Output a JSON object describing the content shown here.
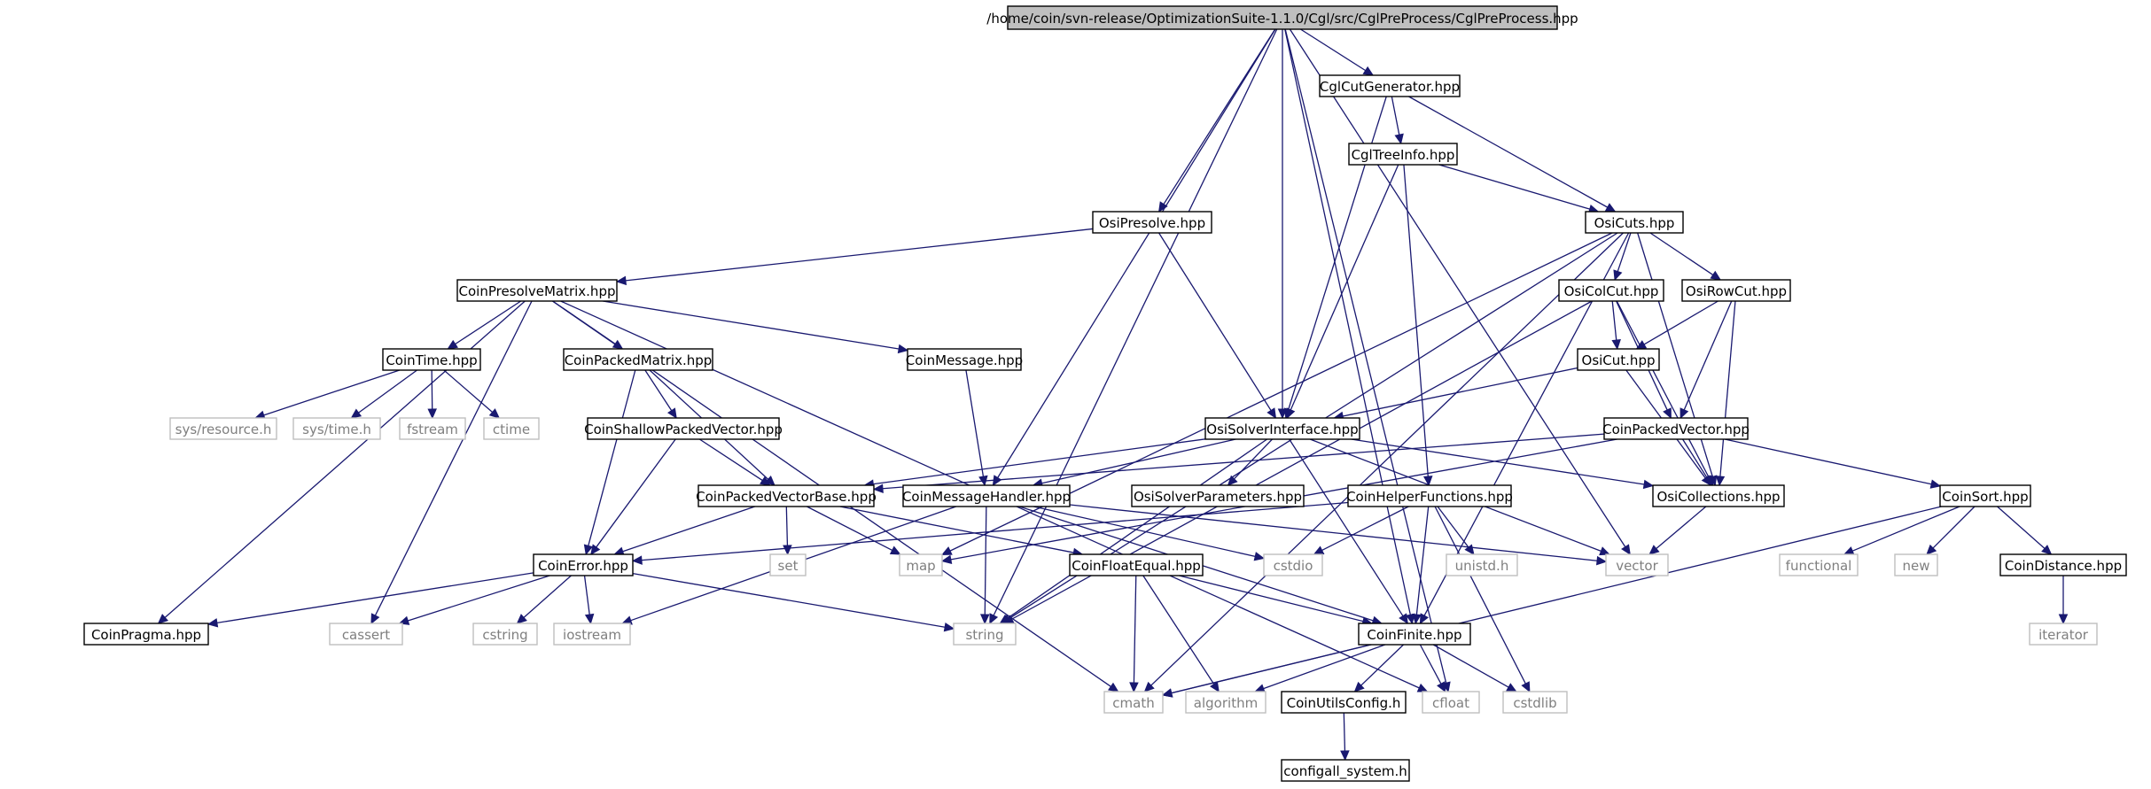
{
  "graph": {
    "colors": {
      "edge": "#191970",
      "root_fill": "#bfbfbf",
      "local_border": "#000000",
      "system_border": "#bfbfbf",
      "system_text": "#7f7f7f"
    },
    "nodes": [
      {
        "id": "root",
        "label": "/home/coin/svn-release/OptimizationSuite-1.1.0/Cgl/src/CglPreProcess/CglPreProcess.hpp",
        "kind": "root"
      },
      {
        "id": "CglCutGenerator",
        "label": "CglCutGenerator.hpp",
        "kind": "local"
      },
      {
        "id": "CglTreeInfo",
        "label": "CglTreeInfo.hpp",
        "kind": "local"
      },
      {
        "id": "OsiPresolve",
        "label": "OsiPresolve.hpp",
        "kind": "local"
      },
      {
        "id": "OsiCuts",
        "label": "OsiCuts.hpp",
        "kind": "local"
      },
      {
        "id": "CoinPresolveMatrix",
        "label": "CoinPresolveMatrix.hpp",
        "kind": "local"
      },
      {
        "id": "OsiColCut",
        "label": "OsiColCut.hpp",
        "kind": "local"
      },
      {
        "id": "OsiRowCut",
        "label": "OsiRowCut.hpp",
        "kind": "local"
      },
      {
        "id": "CoinTime",
        "label": "CoinTime.hpp",
        "kind": "local"
      },
      {
        "id": "CoinPackedMatrix",
        "label": "CoinPackedMatrix.hpp",
        "kind": "local"
      },
      {
        "id": "CoinMessage",
        "label": "CoinMessage.hpp",
        "kind": "local"
      },
      {
        "id": "OsiCut",
        "label": "OsiCut.hpp",
        "kind": "local"
      },
      {
        "id": "sys_resource",
        "label": "sys/resource.h",
        "kind": "system"
      },
      {
        "id": "sys_time",
        "label": "sys/time.h",
        "kind": "system"
      },
      {
        "id": "fstream",
        "label": "fstream",
        "kind": "system"
      },
      {
        "id": "ctime",
        "label": "ctime",
        "kind": "system"
      },
      {
        "id": "CoinShallowPackedVector",
        "label": "CoinShallowPackedVector.hpp",
        "kind": "local"
      },
      {
        "id": "OsiSolverInterface",
        "label": "OsiSolverInterface.hpp",
        "kind": "local"
      },
      {
        "id": "CoinPackedVector",
        "label": "CoinPackedVector.hpp",
        "kind": "local"
      },
      {
        "id": "CoinPackedVectorBase",
        "label": "CoinPackedVectorBase.hpp",
        "kind": "local"
      },
      {
        "id": "CoinMessageHandler",
        "label": "CoinMessageHandler.hpp",
        "kind": "local"
      },
      {
        "id": "OsiSolverParameters",
        "label": "OsiSolverParameters.hpp",
        "kind": "local"
      },
      {
        "id": "CoinHelperFunctions",
        "label": "CoinHelperFunctions.hpp",
        "kind": "local"
      },
      {
        "id": "OsiCollections",
        "label": "OsiCollections.hpp",
        "kind": "local"
      },
      {
        "id": "CoinSort",
        "label": "CoinSort.hpp",
        "kind": "local"
      },
      {
        "id": "CoinError",
        "label": "CoinError.hpp",
        "kind": "local"
      },
      {
        "id": "set",
        "label": "set",
        "kind": "system"
      },
      {
        "id": "map",
        "label": "map",
        "kind": "system"
      },
      {
        "id": "CoinFloatEqual",
        "label": "CoinFloatEqual.hpp",
        "kind": "local"
      },
      {
        "id": "cstdio",
        "label": "cstdio",
        "kind": "system"
      },
      {
        "id": "unistd",
        "label": "unistd.h",
        "kind": "system"
      },
      {
        "id": "vector",
        "label": "vector",
        "kind": "system"
      },
      {
        "id": "functional",
        "label": "functional",
        "kind": "system"
      },
      {
        "id": "new",
        "label": "new",
        "kind": "system"
      },
      {
        "id": "CoinDistance",
        "label": "CoinDistance.hpp",
        "kind": "local"
      },
      {
        "id": "CoinPragma",
        "label": "CoinPragma.hpp",
        "kind": "local"
      },
      {
        "id": "cassert",
        "label": "cassert",
        "kind": "system"
      },
      {
        "id": "cstring",
        "label": "cstring",
        "kind": "system"
      },
      {
        "id": "iostream",
        "label": "iostream",
        "kind": "system"
      },
      {
        "id": "string",
        "label": "string",
        "kind": "system"
      },
      {
        "id": "CoinFinite",
        "label": "CoinFinite.hpp",
        "kind": "local"
      },
      {
        "id": "iterator",
        "label": "iterator",
        "kind": "system"
      },
      {
        "id": "cmath",
        "label": "cmath",
        "kind": "system"
      },
      {
        "id": "algorithm",
        "label": "algorithm",
        "kind": "system"
      },
      {
        "id": "CoinUtilsConfig",
        "label": "CoinUtilsConfig.h",
        "kind": "local"
      },
      {
        "id": "cfloat",
        "label": "cfloat",
        "kind": "system"
      },
      {
        "id": "cstdlib",
        "label": "cstdlib",
        "kind": "system"
      },
      {
        "id": "configall_system",
        "label": "configall_system.h",
        "kind": "local"
      }
    ],
    "edges": [
      [
        "root",
        "CglCutGenerator"
      ],
      [
        "root",
        "OsiPresolve"
      ],
      [
        "root",
        "OsiSolverInterface"
      ],
      [
        "root",
        "CoinMessageHandler"
      ],
      [
        "root",
        "string"
      ],
      [
        "root",
        "CoinFinite"
      ],
      [
        "root",
        "vector"
      ],
      [
        "root",
        "cfloat"
      ],
      [
        "CglCutGenerator",
        "CglTreeInfo"
      ],
      [
        "CglCutGenerator",
        "OsiCuts"
      ],
      [
        "CglCutGenerator",
        "OsiSolverInterface"
      ],
      [
        "CglTreeInfo",
        "OsiCuts"
      ],
      [
        "CglTreeInfo",
        "OsiSolverInterface"
      ],
      [
        "CglTreeInfo",
        "CoinHelperFunctions"
      ],
      [
        "OsiPresolve",
        "CoinPresolveMatrix"
      ],
      [
        "OsiPresolve",
        "OsiSolverInterface"
      ],
      [
        "OsiCuts",
        "OsiColCut"
      ],
      [
        "OsiCuts",
        "OsiRowCut"
      ],
      [
        "OsiCuts",
        "OsiCollections"
      ],
      [
        "OsiCuts",
        "CoinFinite"
      ],
      [
        "OsiCuts",
        "map"
      ],
      [
        "OsiCuts",
        "string"
      ],
      [
        "OsiCuts",
        "cmath"
      ],
      [
        "CoinPresolveMatrix",
        "CoinTime"
      ],
      [
        "CoinPresolveMatrix",
        "CoinPackedMatrix"
      ],
      [
        "CoinPresolveMatrix",
        "CoinMessage"
      ],
      [
        "CoinPresolveMatrix",
        "CoinPragma"
      ],
      [
        "CoinPresolveMatrix",
        "cassert"
      ],
      [
        "CoinPresolveMatrix",
        "cmath"
      ],
      [
        "CoinPresolveMatrix",
        "cfloat"
      ],
      [
        "OsiColCut",
        "OsiCut"
      ],
      [
        "OsiColCut",
        "CoinPackedVector"
      ],
      [
        "OsiColCut",
        "OsiCollections"
      ],
      [
        "OsiColCut",
        "string"
      ],
      [
        "OsiRowCut",
        "OsiCut"
      ],
      [
        "OsiRowCut",
        "CoinPackedVector"
      ],
      [
        "OsiRowCut",
        "OsiCollections"
      ],
      [
        "CoinTime",
        "sys_resource"
      ],
      [
        "CoinTime",
        "sys_time"
      ],
      [
        "CoinTime",
        "fstream"
      ],
      [
        "CoinTime",
        "ctime"
      ],
      [
        "CoinPackedMatrix",
        "CoinShallowPackedVector"
      ],
      [
        "CoinPackedMatrix",
        "CoinError"
      ],
      [
        "CoinPackedMatrix",
        "CoinPackedVectorBase"
      ],
      [
        "CoinMessage",
        "CoinMessageHandler"
      ],
      [
        "OsiCut",
        "OsiSolverInterface"
      ],
      [
        "OsiCut",
        "OsiCollections"
      ],
      [
        "CoinShallowPackedVector",
        "CoinError"
      ],
      [
        "CoinShallowPackedVector",
        "CoinPackedVectorBase"
      ],
      [
        "OsiSolverInterface",
        "CoinPackedVectorBase"
      ],
      [
        "OsiSolverInterface",
        "CoinMessageHandler"
      ],
      [
        "OsiSolverInterface",
        "OsiSolverParameters"
      ],
      [
        "OsiSolverInterface",
        "OsiCollections"
      ],
      [
        "OsiSolverInterface",
        "vector"
      ],
      [
        "OsiSolverInterface",
        "string"
      ],
      [
        "OsiSolverInterface",
        "CoinFinite"
      ],
      [
        "CoinPackedVector",
        "CoinPackedVectorBase"
      ],
      [
        "CoinPackedVector",
        "CoinSort"
      ],
      [
        "CoinPackedVector",
        "map"
      ],
      [
        "CoinPackedVector",
        "OsiCollections"
      ],
      [
        "CoinPackedVectorBase",
        "CoinError"
      ],
      [
        "CoinPackedVectorBase",
        "set"
      ],
      [
        "CoinPackedVectorBase",
        "map"
      ],
      [
        "CoinPackedVectorBase",
        "CoinFloatEqual"
      ],
      [
        "CoinMessageHandler",
        "iostream"
      ],
      [
        "CoinMessageHandler",
        "string"
      ],
      [
        "CoinMessageHandler",
        "vector"
      ],
      [
        "CoinMessageHandler",
        "cstdio"
      ],
      [
        "CoinMessageHandler",
        "CoinFinite"
      ],
      [
        "CoinHelperFunctions",
        "CoinError"
      ],
      [
        "CoinHelperFunctions",
        "cstdio"
      ],
      [
        "CoinHelperFunctions",
        "unistd"
      ],
      [
        "CoinHelperFunctions",
        "CoinFinite"
      ],
      [
        "CoinHelperFunctions",
        "cstdlib"
      ],
      [
        "OsiCollections",
        "vector"
      ],
      [
        "CoinSort",
        "functional"
      ],
      [
        "CoinSort",
        "new"
      ],
      [
        "CoinSort",
        "CoinDistance"
      ],
      [
        "CoinSort",
        "cmath"
      ],
      [
        "CoinError",
        "CoinPragma"
      ],
      [
        "CoinError",
        "cassert"
      ],
      [
        "CoinError",
        "cstring"
      ],
      [
        "CoinError",
        "iostream"
      ],
      [
        "CoinError",
        "string"
      ],
      [
        "CoinFloatEqual",
        "cmath"
      ],
      [
        "CoinFloatEqual",
        "algorithm"
      ],
      [
        "CoinFloatEqual",
        "CoinFinite"
      ],
      [
        "CoinDistance",
        "iterator"
      ],
      [
        "CoinFinite",
        "cmath"
      ],
      [
        "CoinFinite",
        "algorithm"
      ],
      [
        "CoinFinite",
        "CoinUtilsConfig"
      ],
      [
        "CoinFinite",
        "cfloat"
      ],
      [
        "CoinFinite",
        "cstdlib"
      ],
      [
        "CoinUtilsConfig",
        "configall_system"
      ]
    ]
  }
}
